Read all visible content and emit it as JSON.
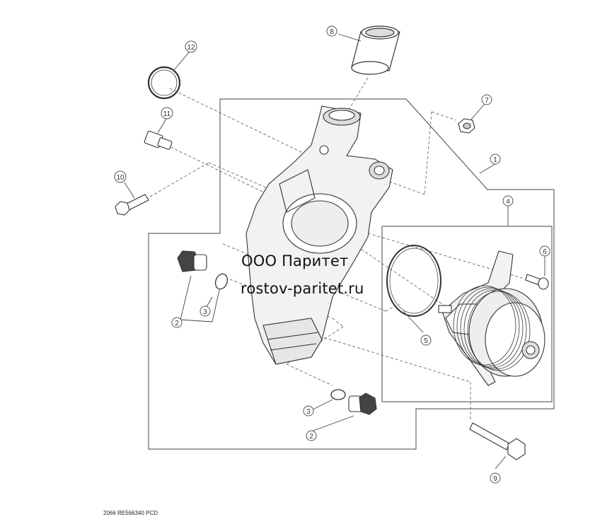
{
  "watermark": {
    "company": "ООО Паритет",
    "site": "rostov-paritet.ru"
  },
  "footer": {
    "code": "2066  RE566340  PCD"
  },
  "callouts": [
    {
      "id": "c1",
      "label": "1"
    },
    {
      "id": "c2a",
      "label": "2"
    },
    {
      "id": "c2b",
      "label": "2"
    },
    {
      "id": "c3a",
      "label": "3"
    },
    {
      "id": "c3b",
      "label": "3"
    },
    {
      "id": "c4",
      "label": "4"
    },
    {
      "id": "c5",
      "label": "5"
    },
    {
      "id": "c6",
      "label": "6"
    },
    {
      "id": "c7",
      "label": "7"
    },
    {
      "id": "c8",
      "label": "8"
    },
    {
      "id": "c9",
      "label": "9"
    },
    {
      "id": "c10",
      "label": "10"
    },
    {
      "id": "c11",
      "label": "11"
    },
    {
      "id": "c12",
      "label": "12"
    }
  ]
}
